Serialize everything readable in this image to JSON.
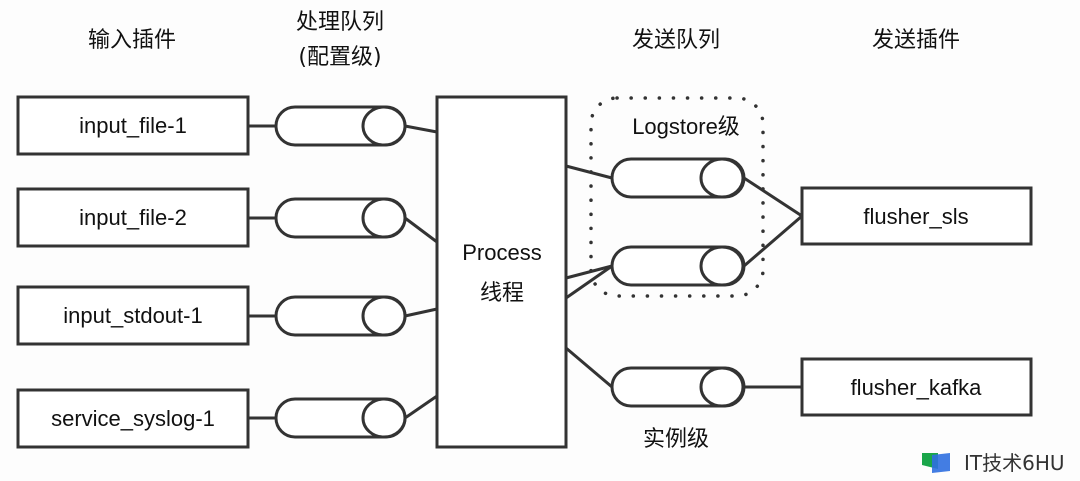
{
  "headers": {
    "input_plugins": "输入插件",
    "process_queue_line1": "处理队列",
    "process_queue_line2": "(配置级)",
    "send_queue": "发送队列",
    "send_plugins": "发送插件"
  },
  "inputs": [
    {
      "label": "input_file-1"
    },
    {
      "label": "input_file-2"
    },
    {
      "label": "input_stdout-1"
    },
    {
      "label": "service_syslog-1"
    }
  ],
  "process": {
    "line1": "Process",
    "line2": "线程"
  },
  "send_queue_groups": {
    "logstore_label": "Logstore级",
    "instance_label": "实例级"
  },
  "flushers": [
    {
      "label": "flusher_sls"
    },
    {
      "label": "flusher_kafka"
    }
  ],
  "watermark": {
    "text": "IT技术6HU",
    "colors": {
      "green": "#1aa64a",
      "blue": "#2f6fe0"
    }
  }
}
